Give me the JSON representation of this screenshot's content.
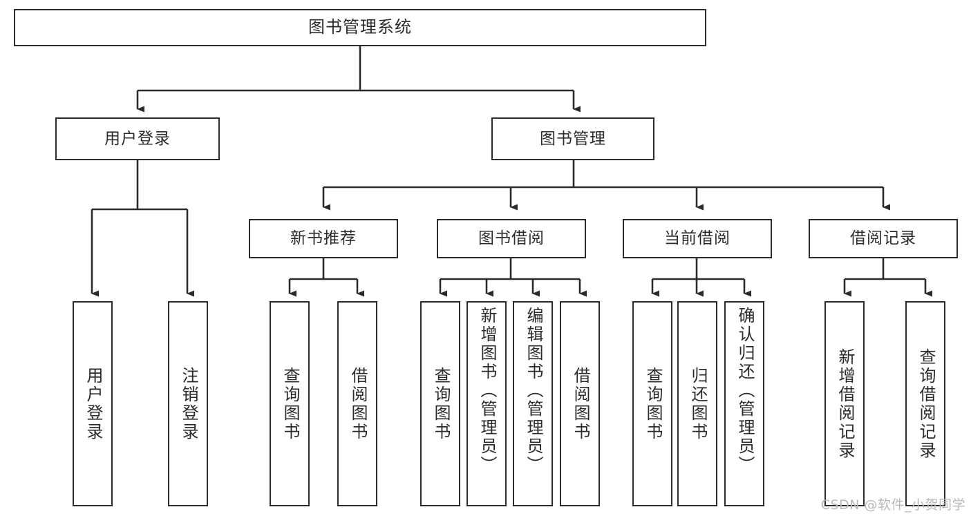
{
  "diagram": {
    "title": "图书管理系统",
    "type": "tree",
    "watermark": "CSDN @软件_小贺同学",
    "colors": {
      "box_border": "#2b2b2b",
      "box_fill": "#ffffff",
      "text": "#2b2b2b",
      "edge": "#2b2b2b",
      "watermark": "#b9b9b9",
      "background": "#ffffff"
    },
    "nodes": {
      "root": {
        "label": "图书管理系统"
      },
      "level1": [
        {
          "id": "user-login",
          "label": "用户登录"
        },
        {
          "id": "book-manage",
          "label": "图书管理"
        }
      ],
      "level2": [
        {
          "id": "new-book-recommend",
          "label": "新书推荐"
        },
        {
          "id": "book-borrow",
          "label": "图书借阅"
        },
        {
          "id": "current-borrow",
          "label": "当前借阅"
        },
        {
          "id": "borrow-record",
          "label": "借阅记录"
        }
      ],
      "leaves": {
        "user_login": [
          {
            "id": "leaf-user-login",
            "label": "用户登录"
          },
          {
            "id": "leaf-logout",
            "label": "注销登录"
          }
        ],
        "new_book_recommend": [
          {
            "id": "leaf-query-book-1",
            "label": "查询图书"
          },
          {
            "id": "leaf-borrow-book-1",
            "label": "借阅图书"
          }
        ],
        "book_borrow": [
          {
            "id": "leaf-query-book-2",
            "label": "查询图书"
          },
          {
            "id": "leaf-add-book",
            "label": "新增图书（管理员）"
          },
          {
            "id": "leaf-edit-book",
            "label": "编辑图书（管理员）"
          },
          {
            "id": "leaf-borrow-book-2",
            "label": "借阅图书"
          }
        ],
        "current_borrow": [
          {
            "id": "leaf-query-book-3",
            "label": "查询图书"
          },
          {
            "id": "leaf-return-book",
            "label": "归还图书"
          },
          {
            "id": "leaf-confirm-return",
            "label": "确认归还（管理员）"
          }
        ],
        "borrow_record": [
          {
            "id": "leaf-add-record",
            "label": "新增借阅记录"
          },
          {
            "id": "leaf-query-record",
            "label": "查询借阅记录"
          }
        ]
      }
    }
  }
}
